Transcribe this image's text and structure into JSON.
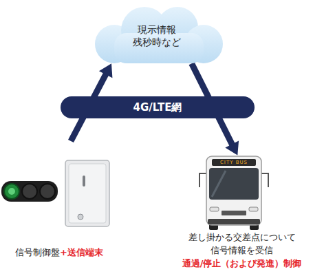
{
  "diagram": {
    "nodes": [
      {
        "text": [
          "現示情報 残秒時など"
        ]
      },
      {
        "text": [
          "4G/LTE網"
        ]
      },
      {
        "text": [
          "信号制御盤",
          "+送信端末"
        ]
      },
      {
        "text": [
          "差し掛かる交差点について 信号情報を受信",
          "通過/停止（および発進）制御"
        ]
      }
    ],
    "edges": [
      {
        "from": 2,
        "to": 0,
        "arrow": "to"
      },
      {
        "from": 0,
        "to": 3,
        "arrow": "to"
      }
    ],
    "labels": [
      "CITY BUS"
    ]
  }
}
